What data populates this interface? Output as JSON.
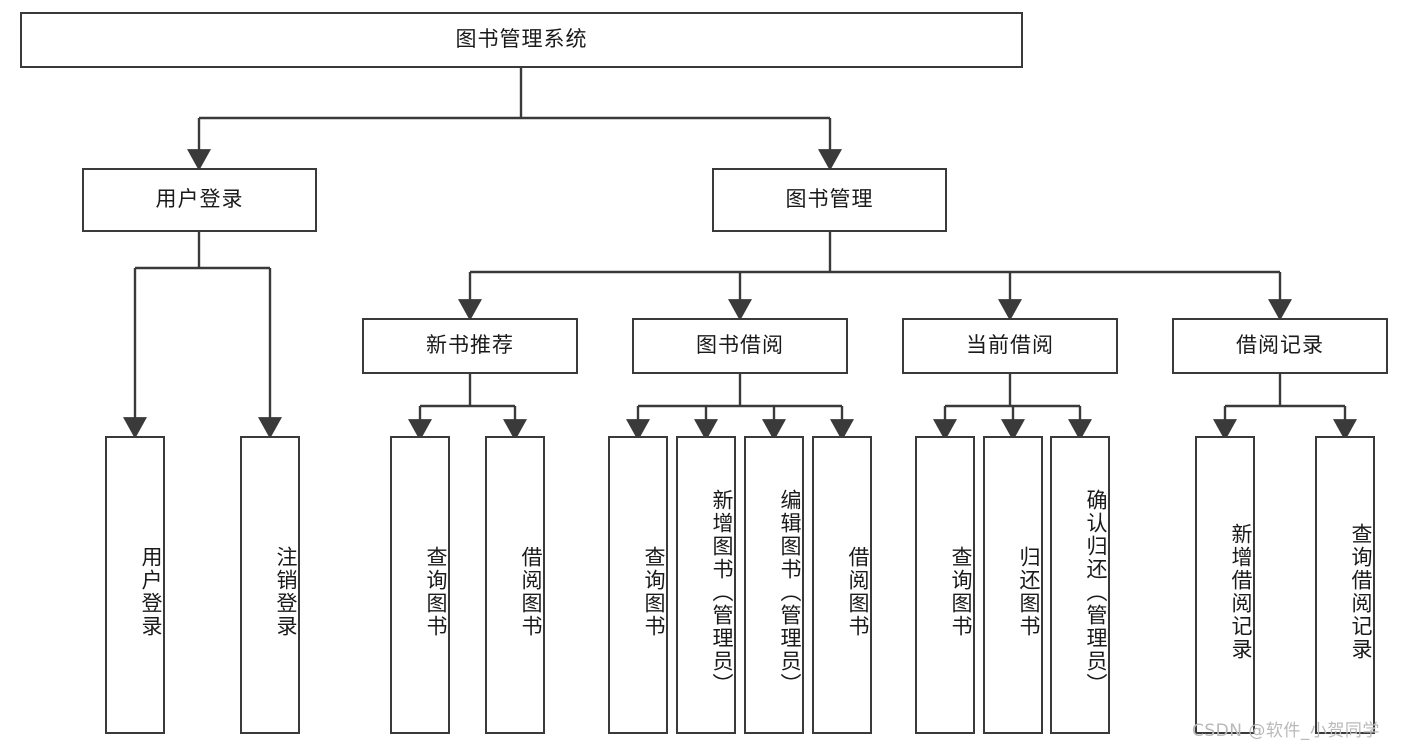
{
  "diagram": {
    "title": "图书管理系统",
    "watermark": "CSDN @软件_小贺同学",
    "style": {
      "border_color": "#3a3a3a",
      "fill_color": "#ffffff",
      "text_color": "#1a1a1a",
      "watermark_color": "#b9b9b9",
      "background": "#ffffff"
    },
    "nodes": {
      "root": "图书管理系统",
      "level1": [
        "用户登录",
        "图书管理"
      ],
      "level2": [
        "新书推荐",
        "图书借阅",
        "当前借阅",
        "借阅记录"
      ],
      "leaves": {
        "user_login": [
          "用户登录",
          "注销登录"
        ],
        "new_book_recommend": [
          "查询图书",
          "借阅图书"
        ],
        "book_borrow": [
          "查询图书",
          "新增图书（管理员）",
          "编辑图书（管理员）",
          "借阅图书"
        ],
        "current_borrow": [
          "查询图书",
          "归还图书",
          "确认归还（管理员）"
        ],
        "borrow_record": [
          "新增借阅记录",
          "查询借阅记录"
        ]
      }
    }
  }
}
